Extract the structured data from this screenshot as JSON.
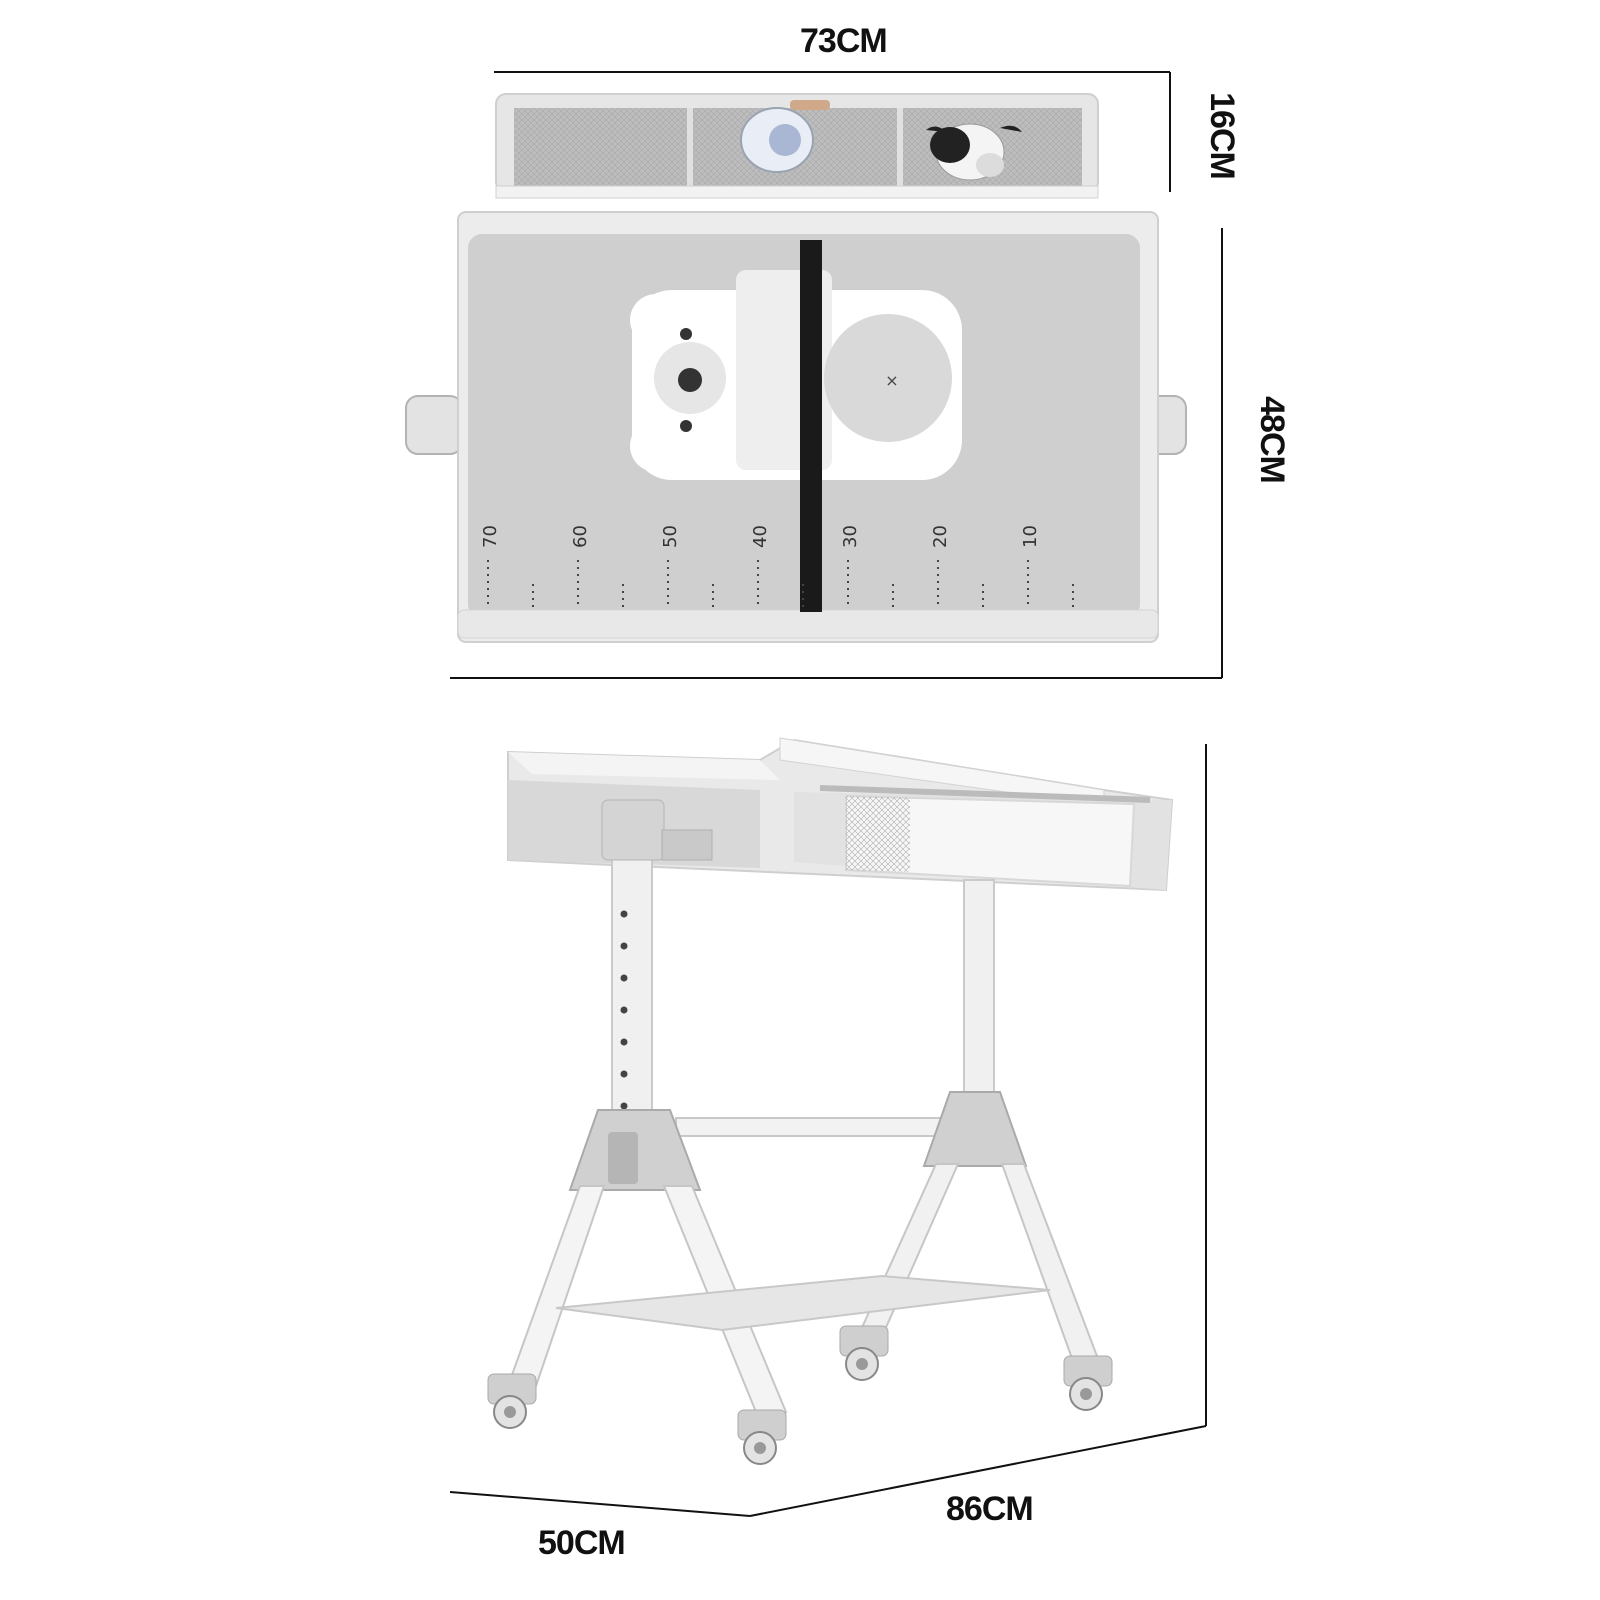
{
  "dimensions": {
    "top_width": "73CM",
    "organizer_depth": "16CM",
    "top_depth": "48CM",
    "length": "86CM",
    "width": "50CM"
  },
  "height_scale": {
    "marks": [
      "70",
      "60",
      "50",
      "40",
      "30",
      "20",
      "10"
    ]
  },
  "colors": {
    "panel": "#d4d4d4",
    "panel_dark": "#b9b9b9",
    "frame": "#ececec",
    "bear": "#ffffff",
    "line": "#111111"
  }
}
